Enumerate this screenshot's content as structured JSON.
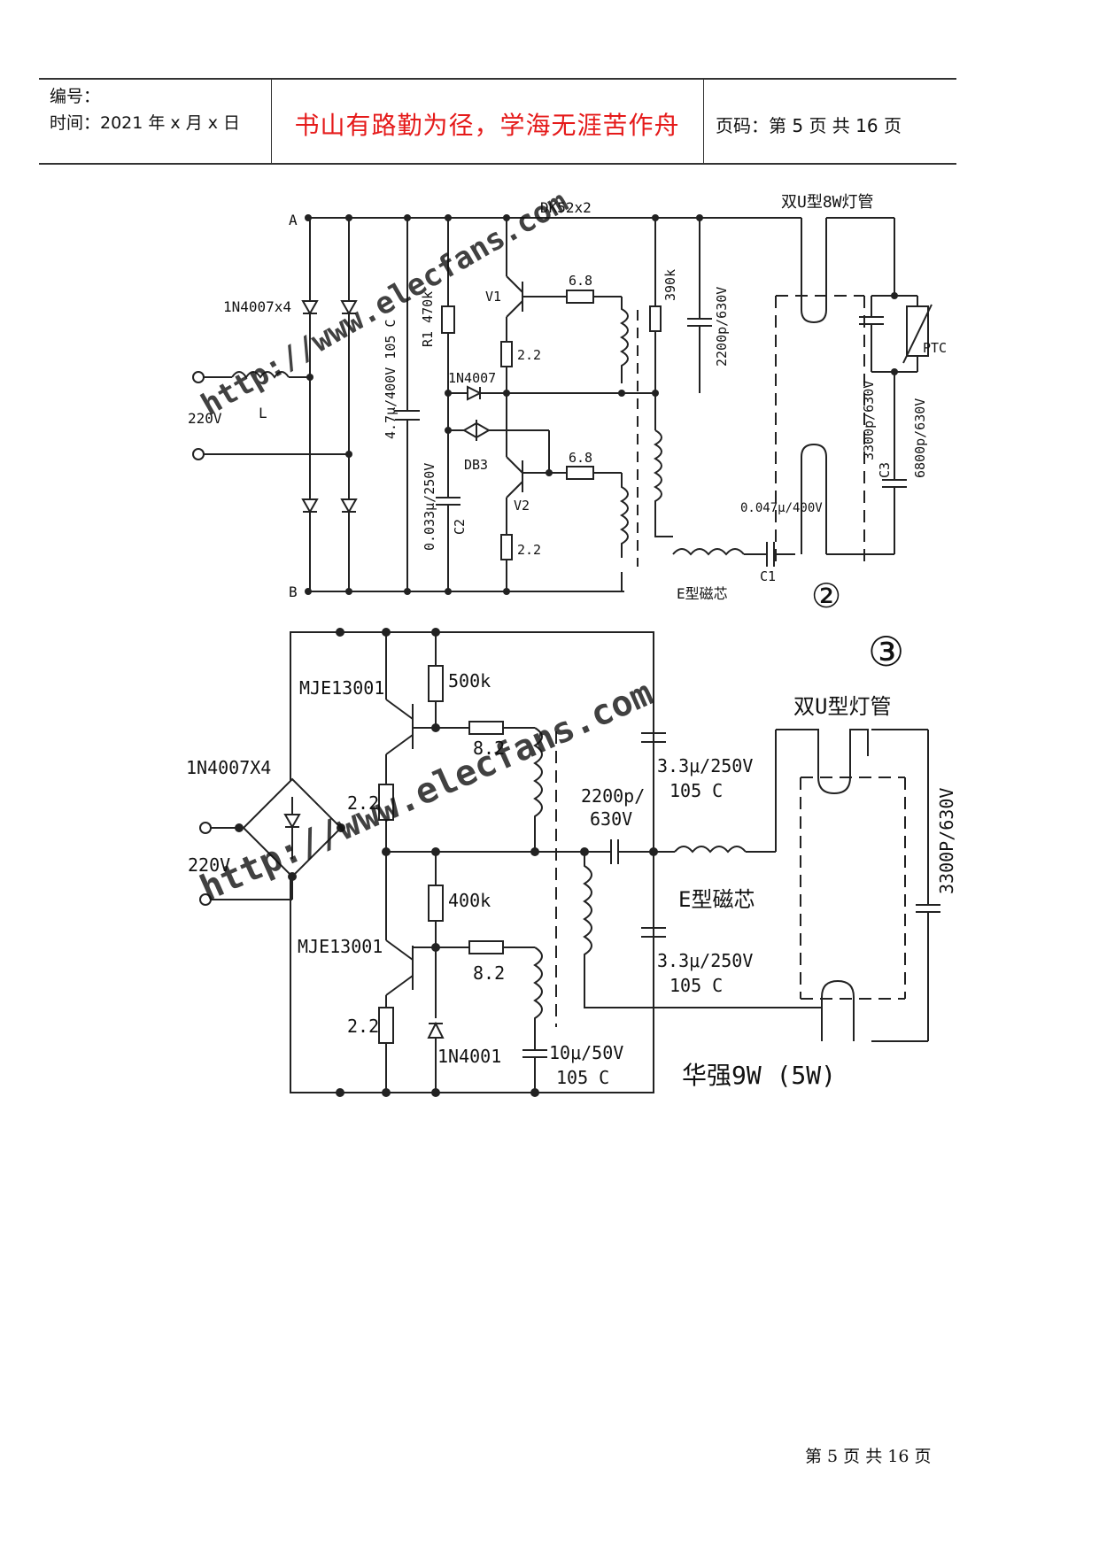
{
  "header": {
    "number_label": "编号：",
    "time_label": "时间：2021 年 x 月 x 日",
    "motto": "书山有路勤为径，学海无涯苦作舟",
    "page_label": "页码：第 5 页  共 16 页"
  },
  "watermark": "http://www.elecfans.com",
  "circuit2": {
    "node_a": "A",
    "node_b": "B",
    "transistor_label": "DK52x2",
    "lamp_label": "双U型8W灯管",
    "bridge_label": "1N4007x4",
    "input_voltage": "220V",
    "inductor": "L",
    "r1": "R1  470k",
    "cap_main": "4.7μ/400V 105 C",
    "v1": "V1",
    "r_68_top": "6.8",
    "r_22_top": "2.2",
    "diode": "1N4007",
    "diac": "DB3",
    "c2_value": "0.033μ/250V",
    "c2": "C2",
    "v2": "V2",
    "r_68_bot": "6.8",
    "r_22_bot": "2.2",
    "r_390k": "390k",
    "cap_2200p": "2200p/630V",
    "ptc": "PTC",
    "cap_3300p": "3300p/630V",
    "c3": "C3",
    "cap_6800p": "6800p/630V",
    "cap_c1_value": "0.047μ/400V",
    "c1": "C1",
    "core": "E型磁芯",
    "number": "②"
  },
  "circuit3": {
    "number": "③",
    "lamp_label": "双U型灯管",
    "transistor_top": "MJE13001",
    "transistor_bot": "MJE13001",
    "bridge_label": "1N4007X4",
    "input_voltage": "220V",
    "r_500k": "500k",
    "r_82_top": "8.2",
    "r_22_top": "2.2",
    "cap_top": "3.3μ/250V",
    "cap_top_temp": "105 C",
    "cap_2200p": "2200p/",
    "cap_2200p_v": "630V",
    "core": "E型磁芯",
    "cap_3300p": "3300P/630V",
    "r_400k": "400k",
    "r_82_bot": "8.2",
    "r_22_bot": "2.2",
    "diode": "1N4001",
    "cap_bot": "3.3μ/250V",
    "cap_bot_temp": "105 C",
    "cap_10u": "10μ/50V",
    "cap_10u_temp": "105 C",
    "title": "华强9W (5W)"
  },
  "footer": {
    "text": "第 5 页 共 16 页"
  }
}
